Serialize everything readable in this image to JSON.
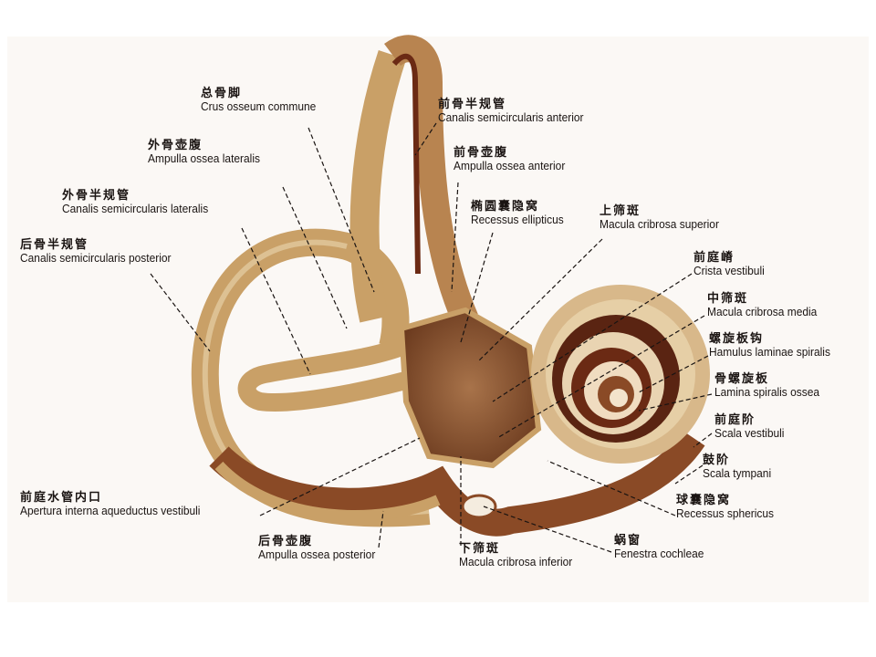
{
  "labels": [
    {
      "zh": "总骨脚",
      "en": "Crus osseum commune"
    },
    {
      "zh": "外骨壶腹",
      "en": "Ampulla ossea lateralis"
    },
    {
      "zh": "外骨半规管",
      "en": "Canalis semicircularis lateralis"
    },
    {
      "zh": "后骨半规管",
      "en": "Canalis semicircularis posterior"
    },
    {
      "zh": "前骨半规管",
      "en": "Canalis semicircularis anterior"
    },
    {
      "zh": "前骨壶腹",
      "en": "Ampulla ossea anterior"
    },
    {
      "zh": "椭圆囊隐窝",
      "en": "Recessus ellipticus"
    },
    {
      "zh": "上筛斑",
      "en": "Macula cribrosa superior"
    },
    {
      "zh": "前庭嵴",
      "en": "Crista vestibuli"
    },
    {
      "zh": "中筛斑",
      "en": "Macula cribrosa media"
    },
    {
      "zh": "螺旋板钩",
      "en": "Hamulus laminae spiralis"
    },
    {
      "zh": "骨螺旋板",
      "en": "Lamina spiralis ossea"
    },
    {
      "zh": "前庭阶",
      "en": "Scala vestibuli"
    },
    {
      "zh": "鼓阶",
      "en": "Scala tympani"
    },
    {
      "zh": "球囊隐窝",
      "en": "Recessus sphericus"
    },
    {
      "zh": "前庭水管内口",
      "en": "Apertura interna aqueductus vestibuli"
    },
    {
      "zh": "后骨壶腹",
      "en": "Ampulla ossea posterior"
    },
    {
      "zh": "下筛斑",
      "en": "Macula cribrosa inferior"
    },
    {
      "zh": "蜗窗",
      "en": "Fenestra cochleae"
    }
  ],
  "colors": {
    "bone": "#c9a067",
    "bone_light": "#e6cfa6",
    "cavity": "#5a2412",
    "line": "#1a1412"
  }
}
